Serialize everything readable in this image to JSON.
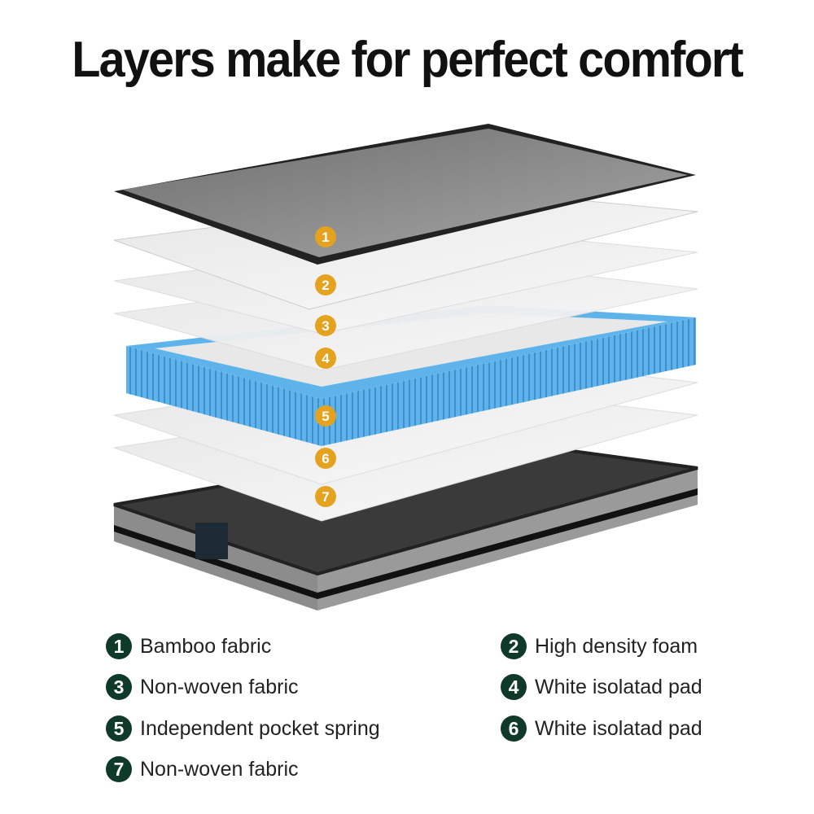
{
  "title": "Layers make for perfect comfort",
  "colors": {
    "badge": "#E5A21E",
    "legend_badge": "#0f3a2a",
    "spring": "#5eb4ea",
    "mattress": "#8a8a8a"
  },
  "badges": [
    "1",
    "2",
    "3",
    "4",
    "5",
    "6",
    "7"
  ],
  "legend": [
    {
      "num": "1",
      "label": "Bamboo fabric"
    },
    {
      "num": "2",
      "label": "High density foam"
    },
    {
      "num": "3",
      "label": "Non-woven fabric"
    },
    {
      "num": "4",
      "label": "White isolatad pad"
    },
    {
      "num": "5",
      "label": "Independent pocket spring"
    },
    {
      "num": "6",
      "label": "White isolatad pad"
    },
    {
      "num": "7",
      "label": "Non-woven fabric"
    }
  ]
}
